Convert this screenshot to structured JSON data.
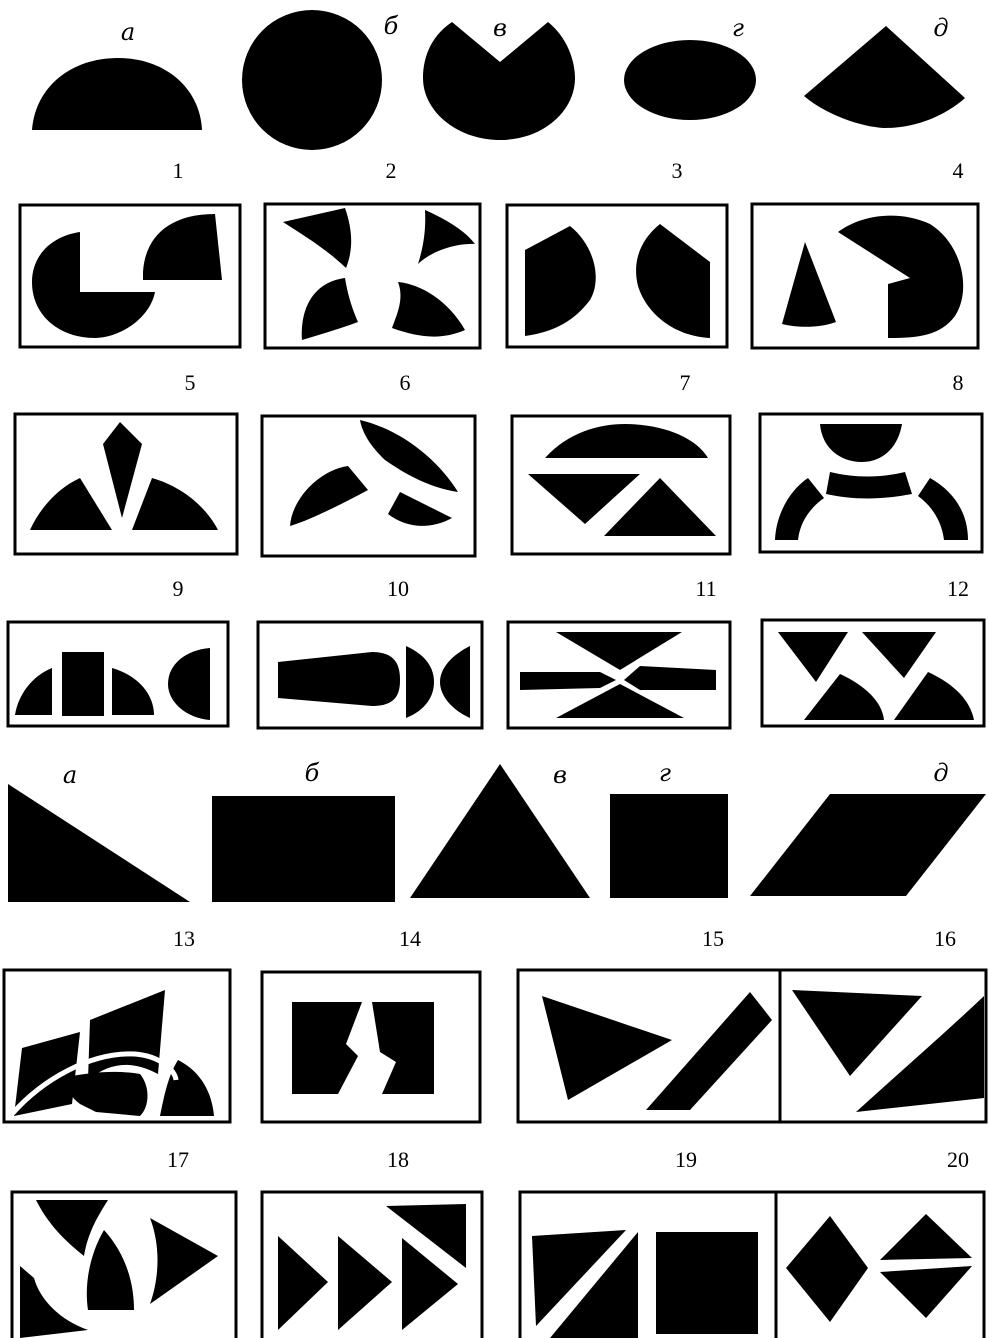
{
  "top_letters": [
    "а",
    "б",
    "в",
    "г",
    "д"
  ],
  "mid_letters": [
    "а",
    "б",
    "в",
    "г",
    "д"
  ],
  "numbers": [
    "1",
    "2",
    "3",
    "4",
    "5",
    "6",
    "7",
    "8",
    "9",
    "10",
    "11",
    "12",
    "13",
    "14",
    "15",
    "16",
    "17",
    "18",
    "19",
    "20"
  ]
}
